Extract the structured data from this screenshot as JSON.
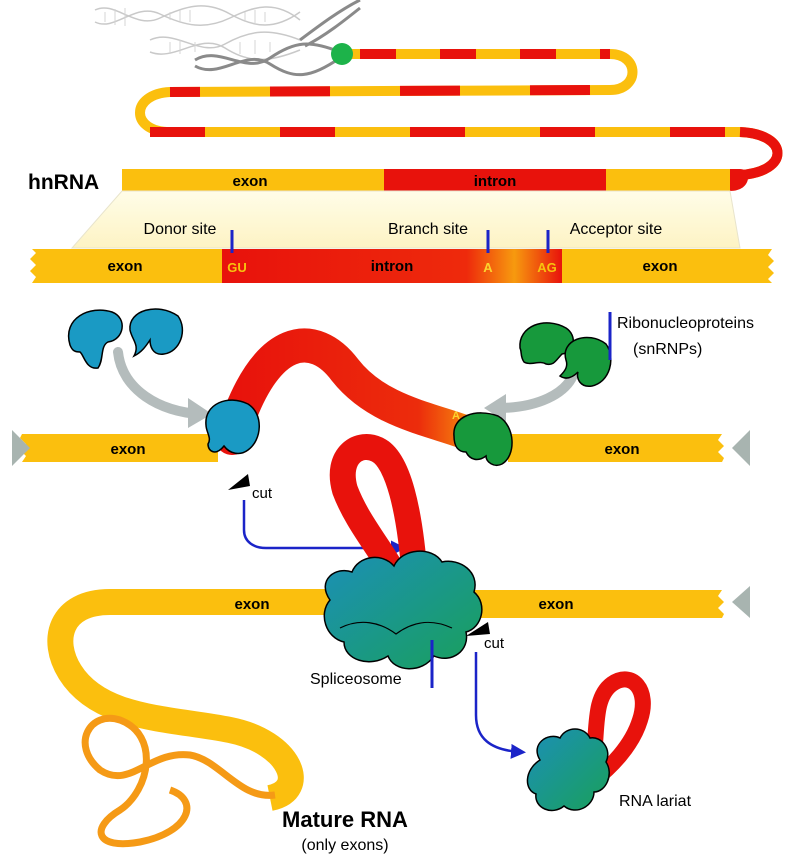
{
  "labels": {
    "hnrna": "hnRNA",
    "exon": "exon",
    "intron": "intron",
    "donor_site": "Donor site",
    "branch_site": "Branch site",
    "acceptor_site": "Acceptor site",
    "gu": "GU",
    "a": "A",
    "ag": "AG",
    "ribonucleoproteins": "Ribonucleoproteins",
    "snrnps": "(snRNPs)",
    "cut": "cut",
    "spliceosome": "Spliceosome",
    "mature_rna": "Mature RNA",
    "only_exons": "(only exons)",
    "rna_lariat": "RNA lariat"
  },
  "colors": {
    "exon": "#fbbf0e",
    "intron": "#e8120c",
    "snrnp_blue": "#1a9ac4",
    "snrnp_green": "#17993c",
    "spliceosome": "#1f9a8c",
    "arrow_grey": "#b4bcbc",
    "marker_blue": "#1b24c8",
    "polymerase": "#1db34a",
    "mature_orange": "#f59a16"
  }
}
